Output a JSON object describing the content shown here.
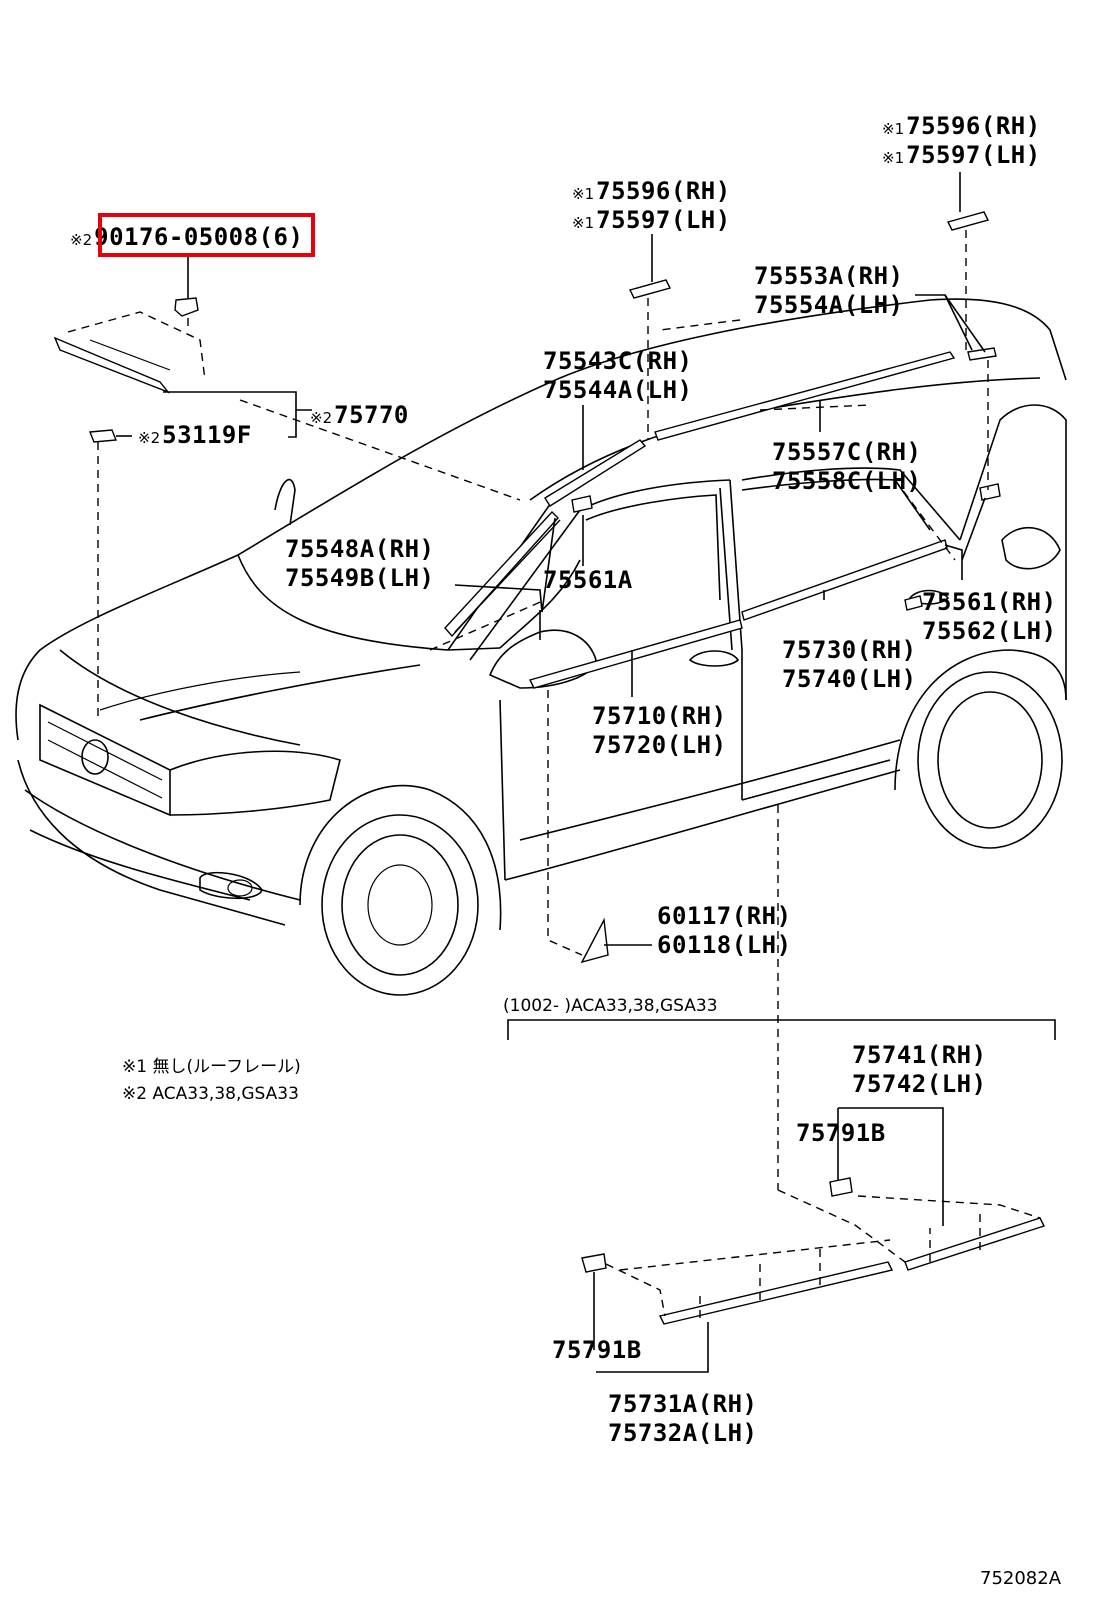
{
  "diagram_code": "752082A",
  "range_note": "(1002-      )ACA33,38,GSA33",
  "notes": [
    {
      "mark": "※1",
      "text": "無し(ルーフレール)"
    },
    {
      "mark": "※2",
      "text": "ACA33,38,GSA33"
    }
  ],
  "highlight_color": "#e8000d",
  "callouts": [
    {
      "id": "clip-90176",
      "mark": "※2",
      "lines": [
        "90176-05008(6)"
      ],
      "highlighted": true
    },
    {
      "id": "roof-top-rh",
      "mark": "※1",
      "lines": [
        "75596(RH)"
      ]
    },
    {
      "id": "roof-top-lh",
      "mark": "※1",
      "lines": [
        "75597(LH)"
      ]
    },
    {
      "id": "roof-mid-rh",
      "mark": "※1",
      "lines": [
        "75596(RH)"
      ]
    },
    {
      "id": "roof-mid-lh",
      "mark": "※1",
      "lines": [
        "75597(LH)"
      ]
    },
    {
      "id": "roof-drip",
      "mark": "",
      "lines": [
        "75553A(RH)",
        "75554A(LH)"
      ]
    },
    {
      "id": "windshield-upper",
      "mark": "",
      "lines": [
        "75543C(RH)",
        "75544A(LH)"
      ]
    },
    {
      "id": "hood-molding",
      "mark": "※2",
      "lines": [
        "75770"
      ]
    },
    {
      "id": "grommet-53119",
      "mark": "※2",
      "lines": [
        "53119F"
      ]
    },
    {
      "id": "roof-side",
      "mark": "",
      "lines": [
        "75557C(RH)",
        "75558C(LH)"
      ]
    },
    {
      "id": "windshield-side",
      "mark": "",
      "lines": [
        "75548A(RH)",
        "75549B(LH)"
      ]
    },
    {
      "id": "clip-front",
      "mark": "",
      "lines": [
        "75561A"
      ]
    },
    {
      "id": "clip-rear",
      "mark": "",
      "lines": [
        "75561(RH)",
        "75562(LH)"
      ]
    },
    {
      "id": "rear-door",
      "mark": "",
      "lines": [
        "75730(RH)",
        "75740(LH)"
      ]
    },
    {
      "id": "front-door",
      "mark": "",
      "lines": [
        "75710(RH)",
        "75720(LH)"
      ]
    },
    {
      "id": "cover-6011x",
      "mark": "",
      "lines": [
        "60117(RH)",
        "60118(LH)"
      ]
    },
    {
      "id": "rear-lower",
      "mark": "",
      "lines": [
        "75741(RH)",
        "75742(LH)"
      ]
    },
    {
      "id": "clip-upper-75791",
      "mark": "",
      "lines": [
        "75791B"
      ]
    },
    {
      "id": "clip-lower-75791",
      "mark": "",
      "lines": [
        "75791B"
      ]
    },
    {
      "id": "front-lower",
      "mark": "",
      "lines": [
        "75731A(RH)",
        "75732A(LH)"
      ]
    }
  ]
}
